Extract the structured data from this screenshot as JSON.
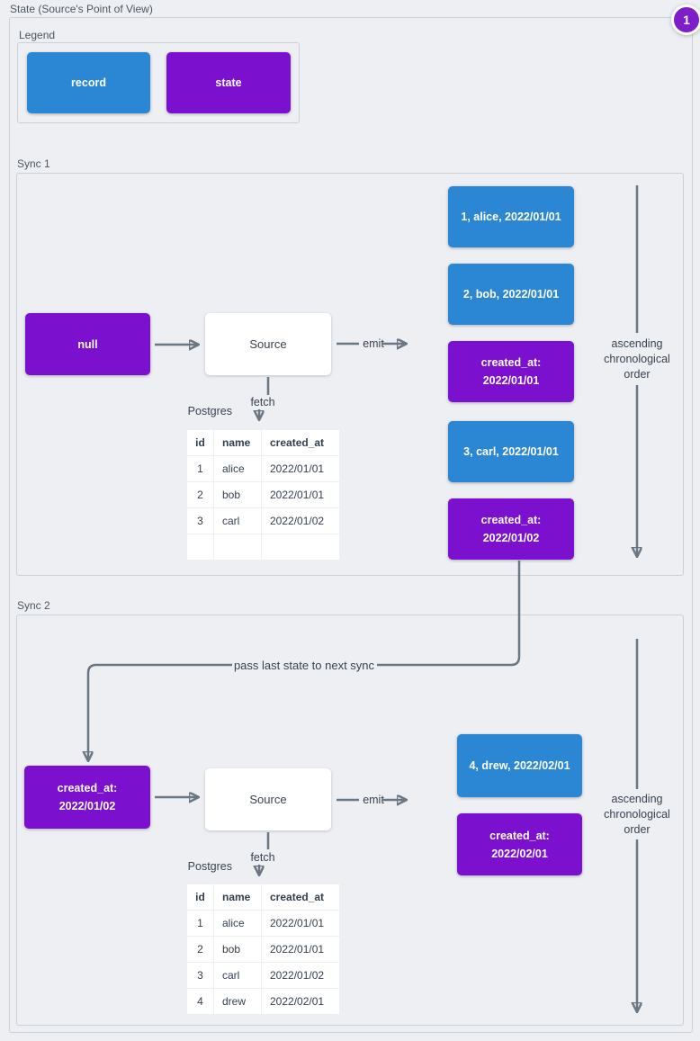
{
  "title": "State (Source's Point of View)",
  "badge": "1",
  "colors": {
    "record-blue": "#2b86d3",
    "state-purple": "#7c10cf",
    "badge-purple": "#7e1dc9",
    "arrow": "#6b7683",
    "border": "#c9d2db",
    "bg": "#edeff3"
  },
  "legend": {
    "label": "Legend",
    "record_label": "record",
    "state_label": "state"
  },
  "connector": {
    "label": "pass last state to next sync"
  },
  "sync1": {
    "label": "Sync 1",
    "input_state": {
      "line1": "null",
      "line2": ""
    },
    "source_label": "Source",
    "emit_label": "emit",
    "fetch_label": "fetch",
    "db_label": "Postgres",
    "table": {
      "headers": [
        "id",
        "name",
        "created_at"
      ],
      "rows": [
        [
          "1",
          "alice",
          "2022/01/01"
        ],
        [
          "2",
          "bob",
          "2022/01/01"
        ],
        [
          "3",
          "carl",
          "2022/01/02"
        ],
        [
          "",
          "",
          ""
        ]
      ]
    },
    "emitted": [
      {
        "type": "record",
        "text": "1, alice, 2022/01/01"
      },
      {
        "type": "record",
        "text": "2, bob, 2022/01/01"
      },
      {
        "type": "state",
        "line1": "created_at:",
        "line2": "2022/01/01"
      },
      {
        "type": "record",
        "text": "3, carl, 2022/01/01"
      },
      {
        "type": "state",
        "line1": "created_at:",
        "line2": "2022/01/02"
      }
    ],
    "order_note": {
      "line1": "ascending",
      "line2": "chronological",
      "line3": "order"
    }
  },
  "sync2": {
    "label": "Sync 2",
    "input_state": {
      "line1": "created_at:",
      "line2": "2022/01/02"
    },
    "source_label": "Source",
    "emit_label": "emit",
    "fetch_label": "fetch",
    "db_label": "Postgres",
    "table": {
      "headers": [
        "id",
        "name",
        "created_at"
      ],
      "rows": [
        [
          "1",
          "alice",
          "2022/01/01"
        ],
        [
          "2",
          "bob",
          "2022/01/01"
        ],
        [
          "3",
          "carl",
          "2022/01/02"
        ],
        [
          "4",
          "drew",
          "2022/02/01"
        ]
      ]
    },
    "emitted": [
      {
        "type": "record",
        "text": "4, drew, 2022/02/01"
      },
      {
        "type": "state",
        "line1": "created_at:",
        "line2": "2022/02/01"
      }
    ],
    "order_note": {
      "line1": "ascending",
      "line2": "chronological",
      "line3": "order"
    }
  }
}
